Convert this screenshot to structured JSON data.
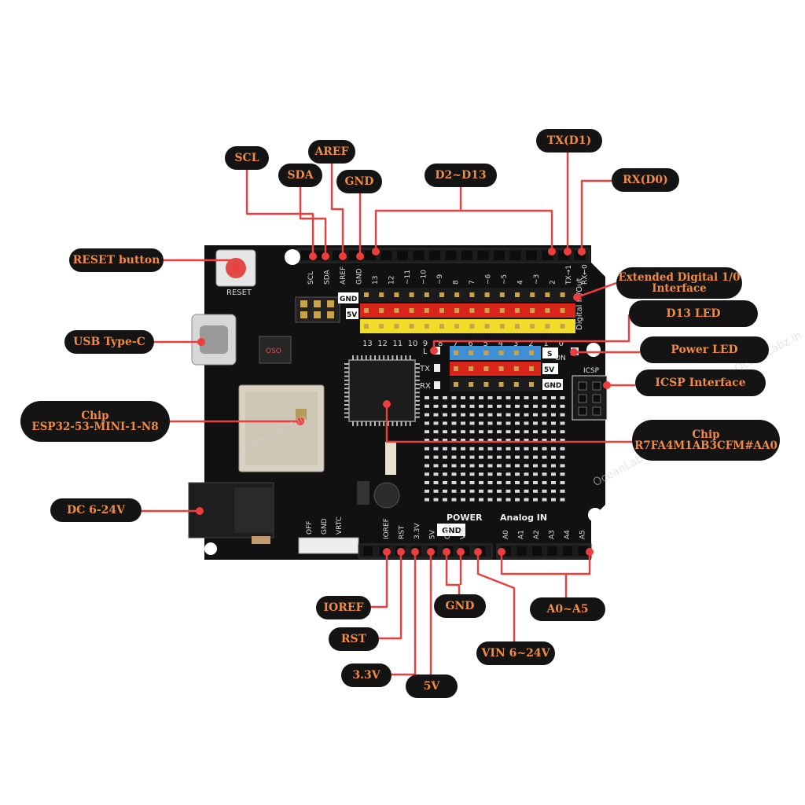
{
  "labels": {
    "scl": "SCL",
    "sda": "SDA",
    "aref": "AREF",
    "gnd_top": "GND",
    "d2_d13": "D2~D13",
    "tx_d1": "TX(D1)",
    "rx_d0": "RX(D0)",
    "reset_button": "RESET button",
    "usb_type_c": "USB Type-C",
    "chip_esp_line1": "Chip",
    "chip_esp_line2": "ESP32-53-MINI-1-N8",
    "dc_input": "DC  6-24V",
    "extended_line1": "Extended Digital 1/0",
    "extended_line2": "Interface",
    "d13_led": "D13 LED",
    "power_led": "Power LED",
    "icsp_interface": "ICSP Interface",
    "chip_ra_line1": "Chip",
    "chip_ra_line2": "R7FA4M1AB3CFM#AA0",
    "ioref": "IOREF",
    "rst": "RST",
    "v33": "3.3V",
    "v5": "5V",
    "gnd_bottom": "GND",
    "vin": "VIN 6~24V",
    "a0_a5": "A0~A5"
  },
  "board": {
    "top_pins": [
      "SCL",
      "SDA",
      "AREF",
      "GND",
      "13",
      "12",
      "~11",
      "~10",
      "~9",
      "8",
      "7",
      "~6",
      "~5",
      "4",
      "~3",
      "2",
      "TX→1",
      "RX←0"
    ],
    "reset_text": "RESET",
    "digital_nums": [
      "13",
      "12",
      "11",
      "10",
      "9",
      "8",
      "7",
      "6",
      "5",
      "4",
      "3",
      "2",
      "1",
      "0"
    ],
    "digital_side": "Digital In/Out",
    "gnd_tag": "GND",
    "v5_tag": "5V",
    "s_tag": "S",
    "l_text": "L",
    "tx_text": "TX",
    "rx_text": "RX",
    "on_text": "ON",
    "icsp_text": "ICSP",
    "power_text": "POWER",
    "power_pins": [
      "IOREF",
      "RST",
      "3.3V",
      "5V",
      "GND",
      "VIN"
    ],
    "analog_text": "Analog  IN",
    "analog_pins": [
      "A0",
      "A1",
      "A2",
      "A3",
      "A4",
      "A5"
    ],
    "switch_pins": [
      "OFF",
      "GND",
      "VRTC"
    ],
    "mcu_code": "OSO"
  },
  "colors": {
    "accent": "#f08a45",
    "line": "#ee3d3d",
    "label_bg": "#141414",
    "board": "#111111",
    "header_red": "#d9241c",
    "header_yellow": "#f2dc2a",
    "header_blue": "#3f8fd4"
  },
  "watermark": "OceanLabz.in"
}
